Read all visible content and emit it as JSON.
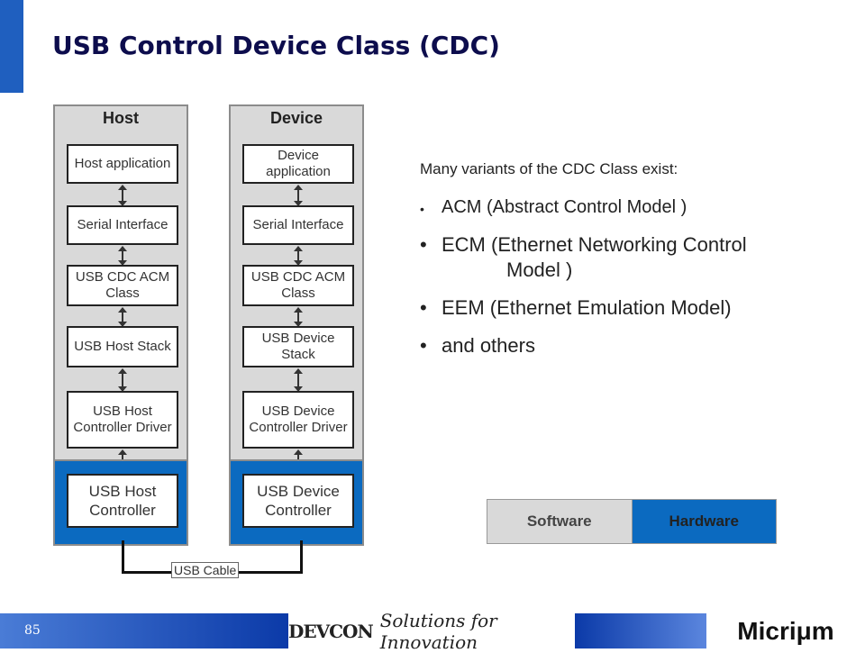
{
  "slide": {
    "title": "USB Control Device Class (CDC)",
    "page_number": "85",
    "accent_color": "#1f5fbf"
  },
  "diagram": {
    "host": {
      "title": "Host",
      "layers": [
        "Host application",
        "Serial Interface",
        "USB CDC ACM Class",
        "USB Host Stack",
        "USB Host Controller Driver"
      ],
      "hardware": "USB Host Controller"
    },
    "device": {
      "title": "Device",
      "layers": [
        "Device application",
        "Serial Interface",
        "USB CDC ACM Class",
        "USB Device Stack",
        "USB Device Controller Driver"
      ],
      "hardware": "USB Device Controller"
    },
    "cable_label": "USB Cable"
  },
  "text": {
    "intro": "Many variants of the CDC Class exist:",
    "bullets": [
      {
        "line1": "ACM (Abstract Control Model )",
        "line2": ""
      },
      {
        "line1": "ECM (Ethernet Networking Control",
        "line2": "Model )"
      },
      {
        "line1": "EEM (Ethernet Emulation Model)",
        "line2": ""
      },
      {
        "line1": "and others",
        "line2": ""
      }
    ]
  },
  "legend": {
    "software": "Software",
    "hardware": "Hardware",
    "software_color": "#d9d9d9",
    "hardware_color": "#0b6ac0"
  },
  "footer": {
    "devcon_logo": "DEVCON",
    "tagline": "Solutions for Innovation",
    "brand": "Micriμm"
  }
}
